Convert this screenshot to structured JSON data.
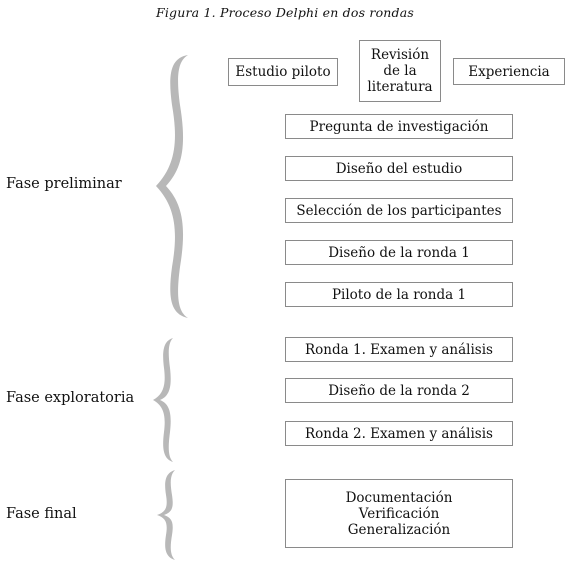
{
  "caption": "Figura 1. Proceso Delphi en dos rondas",
  "phases": {
    "preliminary": "Fase preliminar",
    "exploratory": "Fase exploratoria",
    "final": "Fase final"
  },
  "top_boxes": {
    "pilot": "Estudio piloto",
    "review": [
      "Revisión",
      "de la",
      "literatura"
    ],
    "experience": "Experiencia"
  },
  "preliminary_steps": [
    "Pregunta de investigación",
    "Diseño del estudio",
    "Selección de los participantes",
    "Diseño de la ronda 1",
    "Piloto de la ronda 1"
  ],
  "exploratory_steps": [
    "Ronda 1. Examen y análisis",
    "Diseño de la ronda 2",
    "Ronda 2. Examen y análisis"
  ],
  "final_box": [
    "Documentación",
    "Verificación",
    "Generalización"
  ],
  "colors": {
    "box_border": "#8a8a8a",
    "brace": "#b8b8b8",
    "text": "#111111"
  }
}
